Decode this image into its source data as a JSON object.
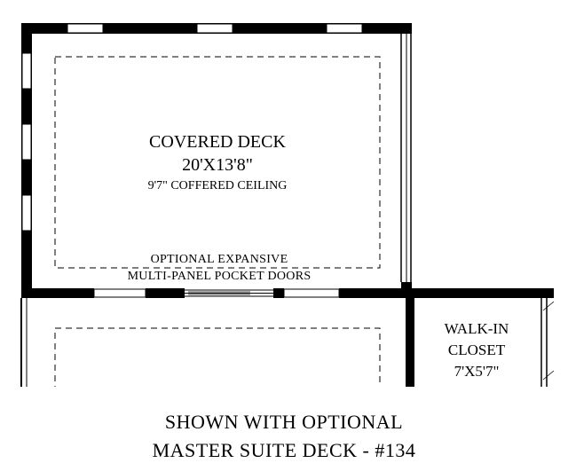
{
  "covered_deck": {
    "name": "COVERED DECK",
    "dimensions": "20'X13'8\"",
    "ceiling": "9'7\" COFFERED  CEILING",
    "option_line1": "OPTIONAL EXPANSIVE",
    "option_line2": "MULTI-PANEL POCKET DOORS"
  },
  "walk_in_closet": {
    "line1": "WALK-IN",
    "line2": "CLOSET",
    "dimensions": "7'X5'7\""
  },
  "caption": {
    "line1": "SHOWN WITH OPTIONAL",
    "line2": "MASTER SUITE DECK - #134"
  },
  "colors": {
    "wall": "#000000",
    "background": "#ffffff",
    "dashed_outline": "#000000"
  }
}
